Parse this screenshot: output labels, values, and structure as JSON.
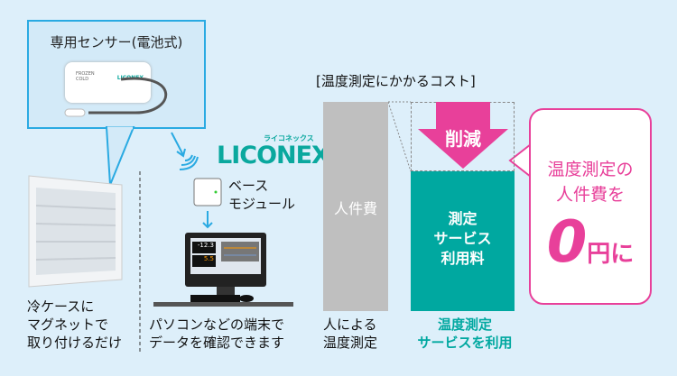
{
  "sensor_callout": {
    "title": "専用センサー(電池式)",
    "device_labels": [
      "FROZEN",
      "COLD"
    ],
    "device_brand": "LICONEX"
  },
  "logo": {
    "kana": "ライコネックス",
    "text": "LICONEX"
  },
  "base_module": {
    "label_line1": "ベース",
    "label_line2": "モジュール"
  },
  "monitor": {
    "reading1": "-12.3",
    "reading2": "5.5",
    "unit": "℃"
  },
  "captions": {
    "case": [
      "冷ケースに",
      "マグネットで",
      "取り付けるだけ"
    ],
    "pc": [
      "パソコンなどの端末で",
      "データを確認できます"
    ]
  },
  "cost": {
    "title": "[温度測定にかかるコスト]",
    "gray_bar_label": "人件費",
    "teal_bar_label": [
      "測定",
      "サービス",
      "利用料"
    ],
    "reduction_label": "削減",
    "gray_caption": [
      "人による",
      "温度測定"
    ],
    "teal_caption": [
      "温度測定",
      "サービスを利用"
    ]
  },
  "promo": {
    "line1": "温度測定の",
    "line2": "人件費を",
    "zero": "0",
    "suffix": "円に"
  },
  "colors": {
    "pink": "#e8409a",
    "teal": "#00a8a0",
    "blue": "#2aaae2",
    "gray": "#bfbfbf"
  }
}
